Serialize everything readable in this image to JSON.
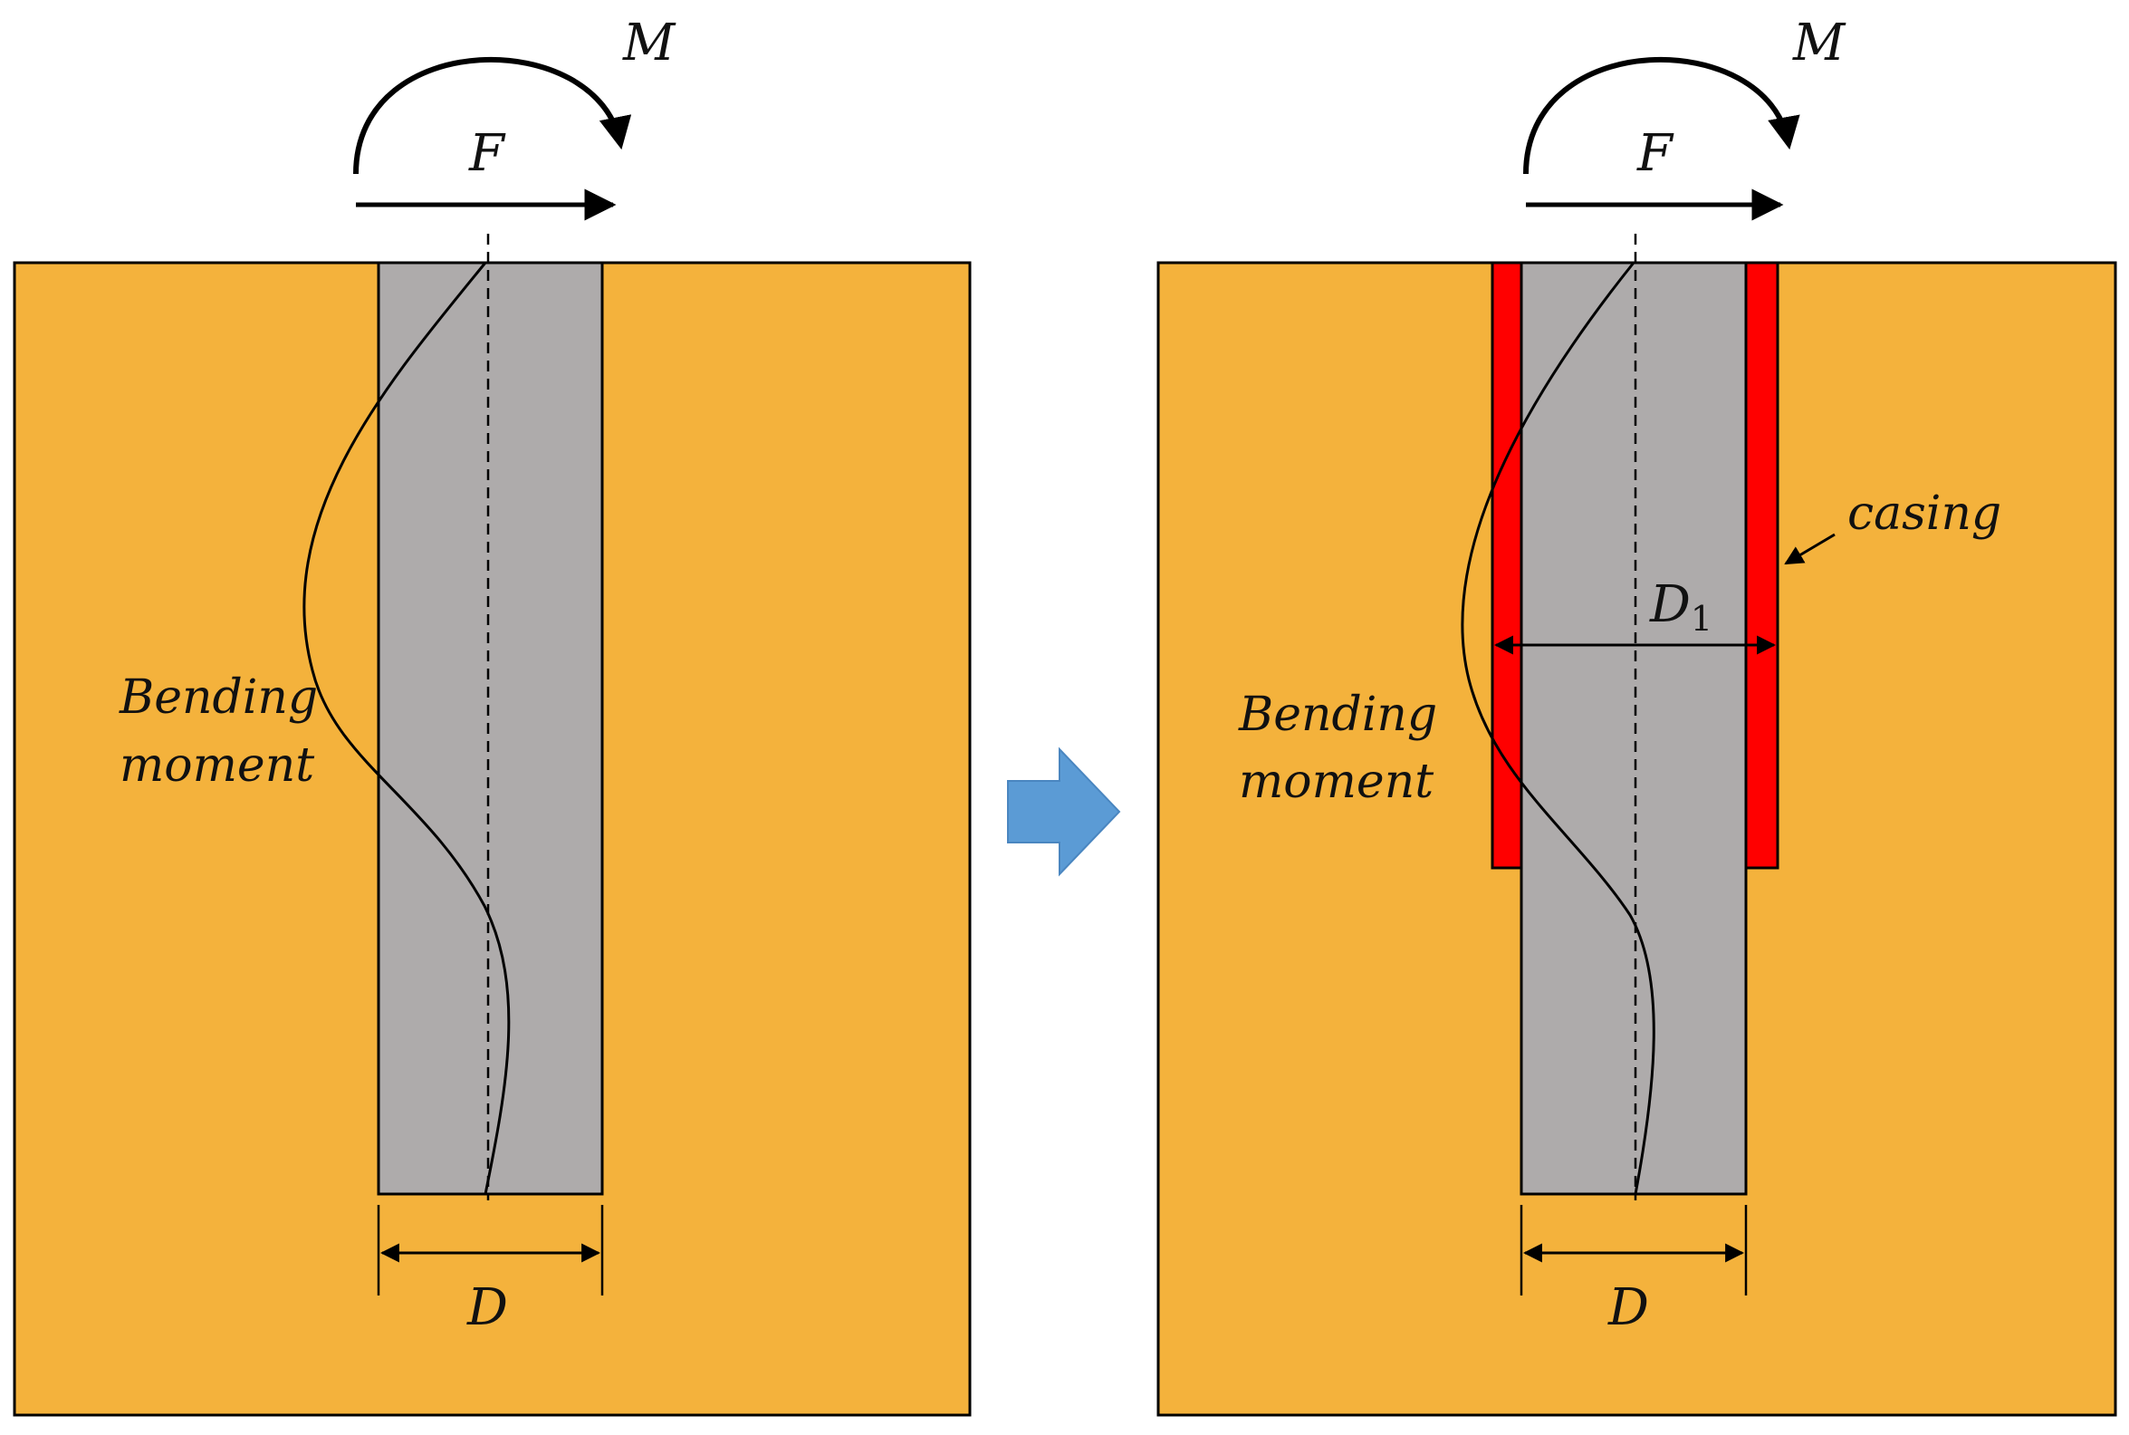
{
  "colors": {
    "soil": "#F4B23C",
    "pile": "#AEABAB",
    "casing": "#FF0000",
    "arrow": "#5B9BD5",
    "ink": "#000000"
  },
  "left_panel": {
    "moment_label": "M",
    "force_label": "F",
    "bending_label_line1": "Bending",
    "bending_label_line2": "moment",
    "diameter_label": "D"
  },
  "right_panel": {
    "moment_label": "M",
    "force_label": "F",
    "bending_label_line1": "Bending",
    "bending_label_line2": "moment",
    "diameter_label": "D",
    "outer_diameter_label": "D",
    "outer_diameter_subscript": "1",
    "casing_label": "casing"
  }
}
